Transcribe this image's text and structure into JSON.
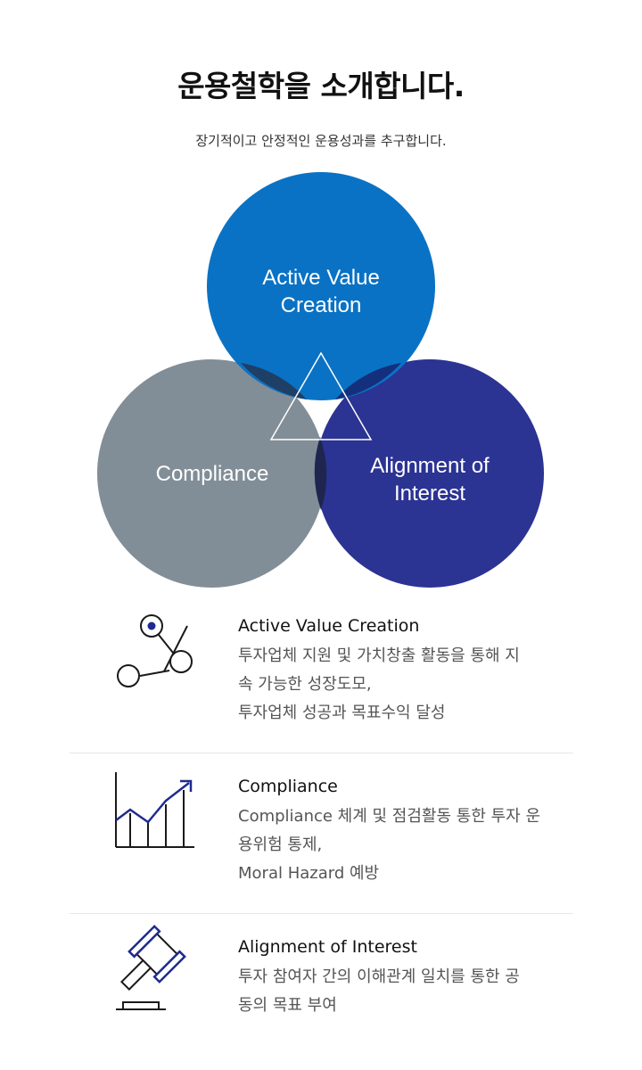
{
  "header": {
    "title": "운용철학을 소개합니다.",
    "subtitle": "장기적이고 안정적인 운용성과를 추구합니다."
  },
  "venn": {
    "circles": [
      {
        "label_line1": "Active Value",
        "label_line2": "Creation",
        "color": "#0a72c4"
      },
      {
        "label_line1": "Compliance",
        "label_line2": "",
        "color": "#828e97"
      },
      {
        "label_line1": "Alignment of",
        "label_line2": "Interest",
        "color": "#2b3393"
      }
    ]
  },
  "features": [
    {
      "title": "Active Value Creation",
      "desc_lines": [
        "투자업체 지원 및 가치창출 활동을 통해 지",
        "속 가능한 성장도모,",
        "투자업체 성공과 목표수익 달성"
      ],
      "icon": "network-nodes-icon"
    },
    {
      "title": "Compliance",
      "desc_lines": [
        "Compliance 체계 및 점검활동 통한 투자 운",
        "용위험 통제,",
        "Moral Hazard 예방"
      ],
      "icon": "growth-chart-icon"
    },
    {
      "title": "Alignment of Interest",
      "desc_lines": [
        "투자 참여자 간의 이해관계 일치를 통한 공",
        "동의 목표 부여"
      ],
      "icon": "gavel-icon"
    }
  ],
  "colors": {
    "accent_blue": "#0a72c4",
    "navy": "#2b3393",
    "gray": "#828e97",
    "icon_line": "#1e2b8f"
  }
}
